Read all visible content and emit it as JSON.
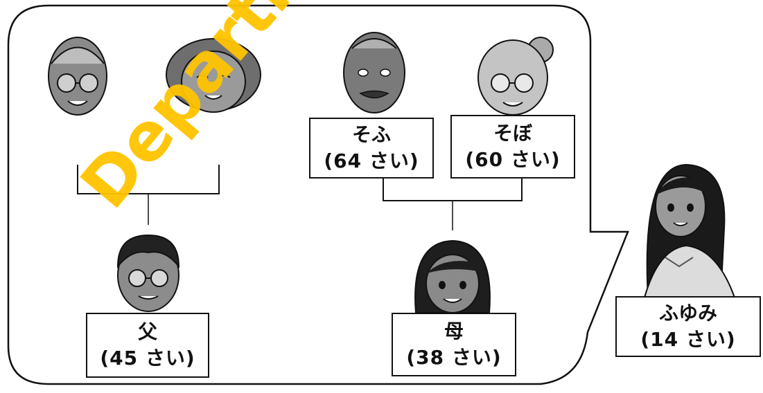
{
  "people": {
    "sofu": {
      "name": "そふ",
      "age": "(64 さい)"
    },
    "sobo": {
      "name": "そぼ",
      "age": "(60 さい)"
    },
    "chichi": {
      "name": "父",
      "age": "(45 さい)"
    },
    "haha": {
      "name": "母",
      "age": "(38 さい)"
    },
    "fuyumi": {
      "name": "ふゆみ",
      "age": "(14 さい)"
    }
  },
  "watermark": {
    "text": "Department of Examinations"
  },
  "colors": {
    "line": "#111111",
    "face_fill": "#8a8a8a",
    "watermark": "#ffc400"
  }
}
